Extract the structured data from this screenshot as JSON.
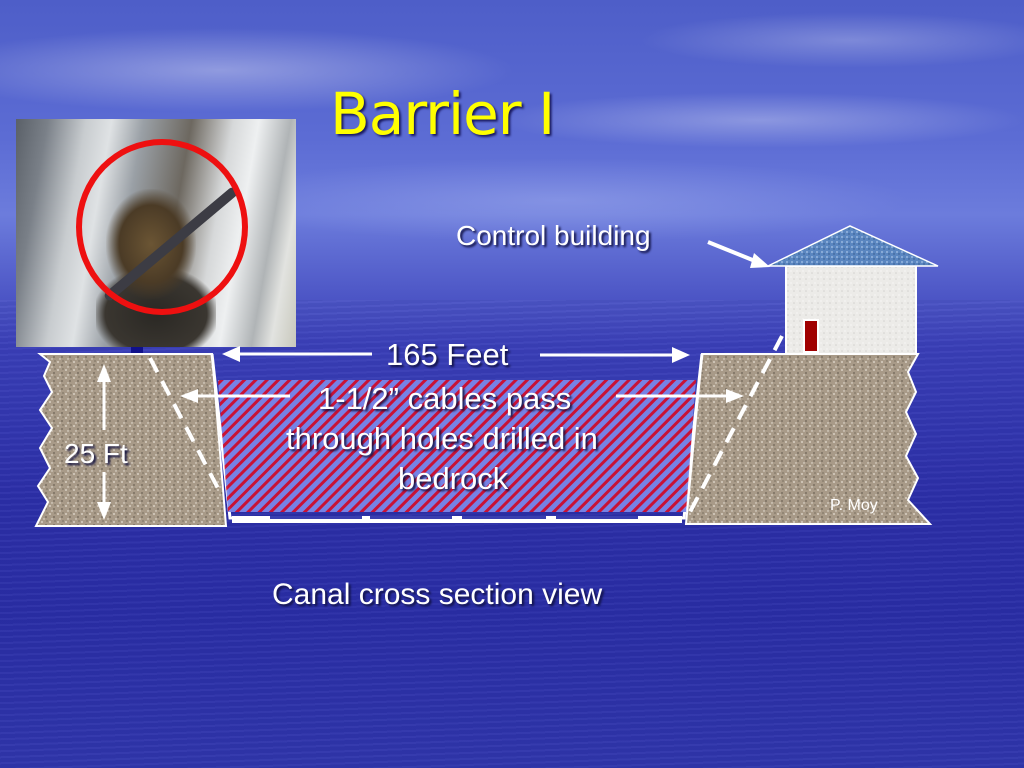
{
  "slide": {
    "title": "Barrier I",
    "caption": "Canal cross section view",
    "credit": "P. Moy"
  },
  "photo": {
    "description": "Close-up photo of cable anchor with red circle highlight",
    "highlight_color": "#ee1010"
  },
  "diagram": {
    "labels": {
      "control_building": "Control building",
      "width": "165 Feet",
      "depth": "25 Ft",
      "cables_line1": "1-1/2” cables pass",
      "cables_line2": "through holes drilled in",
      "cables_line3": "bedrock"
    },
    "colors": {
      "title": "#ffff00",
      "bedrock": "#a89a88",
      "water_hatch_red": "#d01030",
      "water_hatch_blue": "#7a86e8",
      "door": "#a00000",
      "roof": "#5a86c0",
      "building_wall": "#ecebe8"
    }
  }
}
